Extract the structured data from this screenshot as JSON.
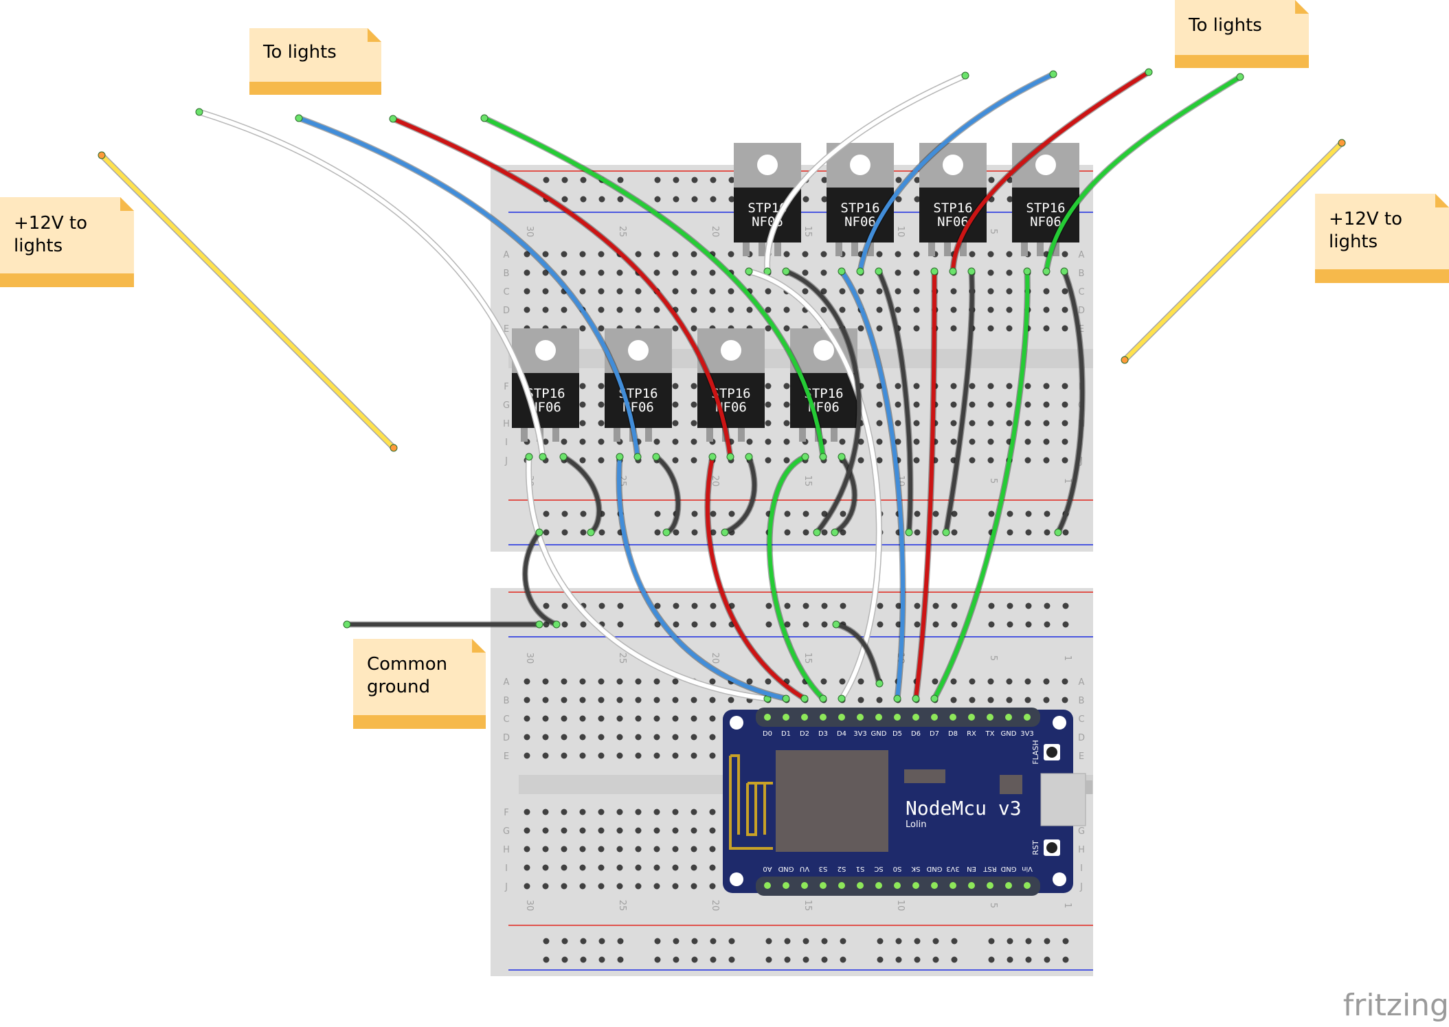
{
  "notes": {
    "to_lights_left": "To lights",
    "to_lights_right": "To lights",
    "v12_left_line1": "+12V to",
    "v12_left_line2": "lights",
    "v12_right_line1": "+12V to",
    "v12_right_line2": "lights",
    "ground_line1": "Common",
    "ground_line2": "ground"
  },
  "mosfet": {
    "line1": "STP16",
    "line2": "NF06",
    "count": 8
  },
  "nodemcu": {
    "title": "NodeMcu v3",
    "subtitle": "Lolin",
    "flash_label": "FLASH",
    "rst_label": "RST",
    "top_pins": [
      "D0",
      "D1",
      "D2",
      "D3",
      "D4",
      "3V3",
      "GND",
      "D5",
      "D6",
      "D7",
      "D8",
      "RX",
      "TX",
      "GND",
      "3V3"
    ],
    "bottom_pins": [
      "A0",
      "GND",
      "VU",
      "S3",
      "S2",
      "S1",
      "SC",
      "S0",
      "SK",
      "GND",
      "3V3",
      "EN",
      "RST",
      "GND",
      "Vin"
    ]
  },
  "breadboard": {
    "row_letters_top": [
      "A",
      "B",
      "C",
      "D",
      "E"
    ],
    "row_letters_bottom": [
      "F",
      "G",
      "H",
      "I",
      "J"
    ],
    "column_numbers": [
      "30",
      "25",
      "20",
      "15",
      "10",
      "5",
      "1"
    ]
  },
  "wire_colors": {
    "white": "#ffffff",
    "blue": "#418dd9",
    "red": "#cc1414",
    "green": "#25cc35",
    "black": "#404040",
    "yellow": "#ffe24d"
  },
  "watermark": "fritzing"
}
